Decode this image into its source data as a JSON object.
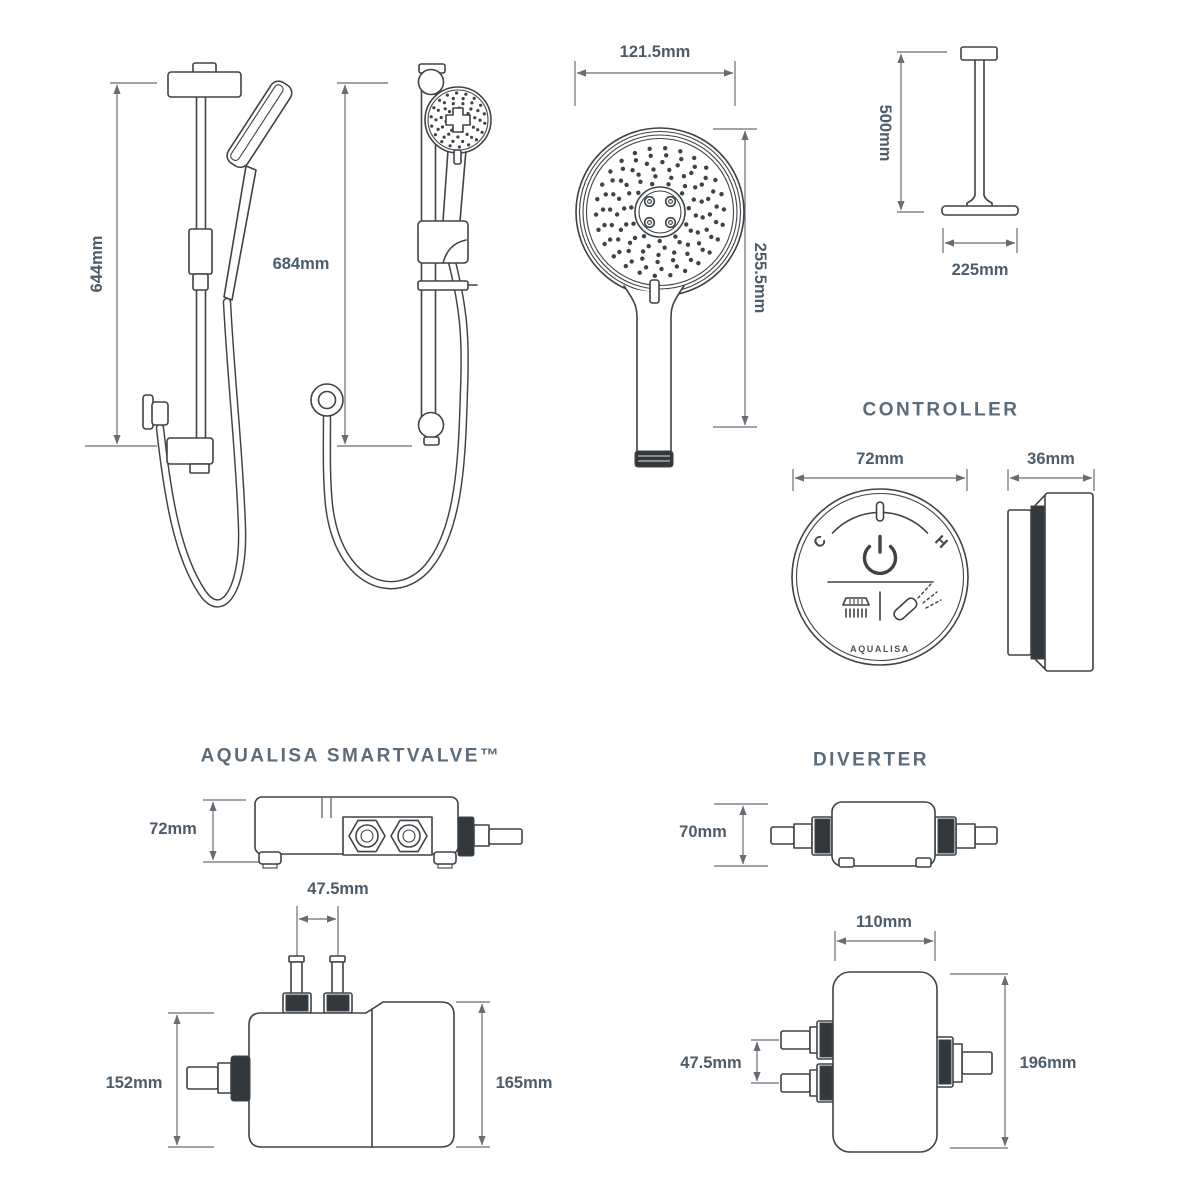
{
  "colors": {
    "background": "#ffffff",
    "line_art": "#3e4347",
    "dark_fill": "#33383c",
    "dimension_line": "#676d73",
    "dimension_text": "#4d5c69",
    "title_text": "#5b6b79"
  },
  "figures": {
    "rail_side": {
      "height": "644mm"
    },
    "rail_front": {
      "height": "684mm"
    },
    "handset": {
      "width": "121.5mm",
      "height": "255.5mm"
    },
    "ceiling_arm": {
      "height": "500mm",
      "width": "225mm"
    },
    "controller": {
      "title": "CONTROLLER",
      "front_width": "72mm",
      "side_depth": "36mm",
      "cold": "C",
      "hot": "H",
      "brand": "AQUALISA",
      "icons": {
        "power": "power-icon",
        "fixed_head": "overhead-shower-icon",
        "handheld": "handheld-shower-icon"
      }
    },
    "smartvalve": {
      "title": "AQUALISA SMARTVALVE™",
      "top_height": "72mm",
      "port_spacing": "47.5mm",
      "body_height_left": "152mm",
      "body_height_right": "165mm"
    },
    "diverter": {
      "title": "DIVERTER",
      "top_height": "70mm",
      "front_width": "110mm",
      "port_spacing": "47.5mm",
      "body_height": "196mm"
    }
  }
}
